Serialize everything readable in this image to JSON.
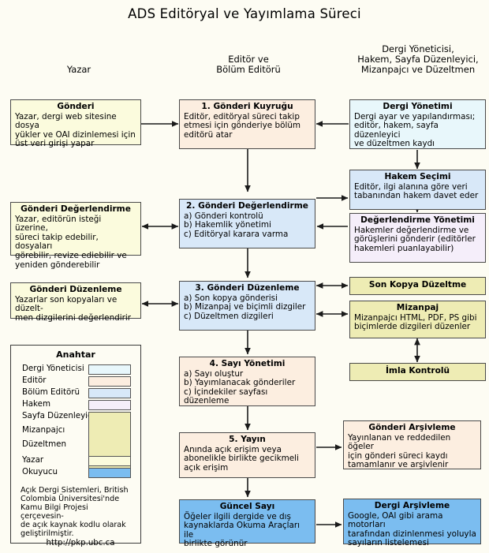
{
  "title": "ADS Editöryal ve Yayımlama Süreci",
  "column_headers": [
    {
      "name": "column-header-author",
      "text": "Yazar"
    },
    {
      "name": "column-header-editor",
      "text": "Editör ve\nBölüm Editörü"
    },
    {
      "name": "column-header-others",
      "text": "Dergi Yöneticisi,\nHakem, Sayfa Düzenleyici,\nMizanpajcı ve Düzeltmen"
    }
  ],
  "boxes": {
    "gonderi": {
      "title": "Gönderi",
      "lines": [
        "Yazar, dergi web sitesine dosya",
        "yükler ve OAI dizinlemesi için",
        "üst veri girişi yapar"
      ],
      "role": "Yazar"
    },
    "gonderi_degerlendirme": {
      "title": "Gönderi Değerlendirme",
      "lines": [
        "Yazar, editörün isteği üzerine,",
        "süreci takip edebilir, dosyaları",
        "görebilir, revize ediebilir ve",
        "yeniden gönderebilir"
      ],
      "role": "Yazar"
    },
    "gonderi_duzenleme": {
      "title": "Gönderi Düzenleme",
      "lines": [
        "Yazarlar son kopyaları ve düzelt-",
        "men dizgilerini değerlendirir"
      ],
      "role": "Yazar"
    },
    "step1": {
      "title": "1. Gönderi Kuyruğu",
      "lines": [
        "Editör, editöryal süreci takip",
        "etmesi için gönderiye bölüm",
        "editörü atar"
      ],
      "role": "Editör"
    },
    "step2": {
      "title": "2. Gönderi Değerlendirme",
      "lines": [
        "a) Gönderi kontrolü",
        "b) Hakemlik yönetimi",
        "c) Editöryal karara varma"
      ],
      "role": "Bölüm Editörü"
    },
    "step3": {
      "title": "3. Gönderi Düzenleme",
      "lines": [
        "a) Son kopya gönderisi",
        "b) Mizanpaj ve biçimli dizgiler",
        "c) Düzeltmen dizgileri"
      ],
      "role": "Bölüm Editörü"
    },
    "step4": {
      "title": "4. Sayı Yönetimi",
      "lines": [
        "a) Sayı oluştur",
        "b) Yayımlanacak gönderiler",
        "c) İçindekiler sayfası düzenleme"
      ],
      "role": "Editör"
    },
    "step5": {
      "title": "5. Yayın",
      "lines": [
        "Anında açık erişim veya",
        "abonelikle birlikte gecikmeli",
        "açık erişim"
      ],
      "role": "Editör"
    },
    "guncel_sayi": {
      "title": "Güncel Sayı",
      "lines": [
        "Öğeler  ilgili dergide ve dış",
        "kaynaklarda  Okuma Araçları ile",
        "birlikte  görünür"
      ],
      "role": "Okuyucu"
    },
    "dergi_yonetimi": {
      "title": "Dergi Yönetimi",
      "lines": [
        "Dergi ayar ve yapılandırması;",
        "editör, hakem, sayfa düzenleyici",
        "ve düzeltmen kaydı"
      ],
      "role": "Dergi Yöneticisi"
    },
    "hakem_secimi": {
      "title": "Hakem Seçimi",
      "lines": [
        "Editör, ilgi alanına göre veri",
        "tabanından hakem davet eder"
      ],
      "role": "Bölüm Editörü"
    },
    "degerlendirme_yonetimi": {
      "title": "Değerlendirme Yönetimi",
      "lines": [
        "Hakemler değerlendirme ve",
        "görüşlerini gönderir (editörler",
        "hakemleri puanlayabilir)"
      ],
      "role": "Hakem"
    },
    "son_kopya_duzeltme": {
      "title": "Son Kopya Düzeltme",
      "lines": [],
      "role": "Sayfa Düzenleyici"
    },
    "mizanpaj": {
      "title": "Mizanpaj",
      "lines": [
        "Mizanpajcı HTML, PDF, PS gibi",
        "biçimlerde dizgileri düzenler"
      ],
      "role": "Mizanpajcı"
    },
    "imla_kontrolu": {
      "title": "İmla Kontrolü",
      "lines": [],
      "role": "Düzeltmen"
    },
    "gonderi_arsivleme": {
      "title": "Gönderi Arşivleme",
      "lines": [
        "Yayınlanan ve reddedilen öğeler",
        "için gönderi süreci kaydı",
        "tamamlanır ve arşivlenir"
      ],
      "role": "Editör"
    },
    "dergi_arsivleme": {
      "title": "Dergi Arşivleme",
      "lines": [
        "Google, OAI gibi arama motorları",
        "tarafından  dizinlenmesi yoluyla",
        "sayıların  listelemesi"
      ],
      "role": "Okuyucu"
    }
  },
  "legend": {
    "title": "Anahtar",
    "items": [
      {
        "label": "Dergi Yöneticisi",
        "color": "#e8f7fb"
      },
      {
        "label": "Editör",
        "color": "#fceee0"
      },
      {
        "label": "Bölüm Editörü",
        "color": "#d8e8f8"
      },
      {
        "label": "Hakem",
        "color": "#f5eefa"
      },
      {
        "label": "Sayfa Düzenleyici",
        "color": "#eeecb4"
      },
      {
        "label": "Mizanpajcı",
        "color": "#eeecb4"
      },
      {
        "label": "Düzeltmen",
        "color": "#eeecb4"
      },
      {
        "label": "Yazar",
        "color": "#fbfbdd"
      },
      {
        "label": "Okuyucu",
        "color": "#7bbdf0"
      }
    ],
    "note_lines": [
      "Açık Dergi Sistemleri, British",
      "Colombia Üniversitesi'nde",
      "Kamu Bilgi Projesi çerçevesin-",
      "de açık kaynak kodlu olarak",
      "geliştirilmiştir."
    ],
    "url": "http://pkp.ubc.ca"
  },
  "colors": {
    "background": "#fdfcf3",
    "box_border": "#4a4a4a",
    "arrow": "#1a1a1a"
  }
}
